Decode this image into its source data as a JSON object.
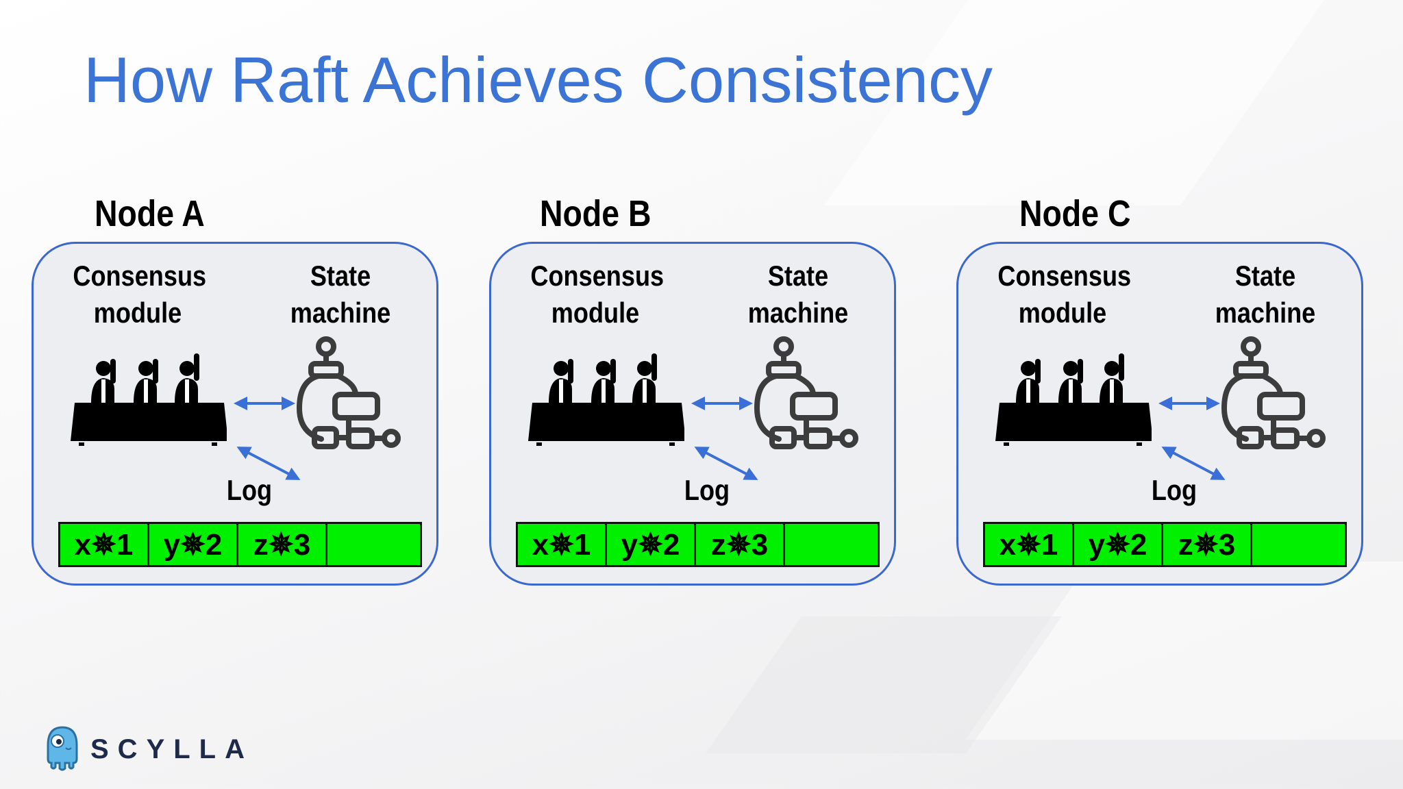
{
  "slide": {
    "title": "How Raft Achieves Consistency"
  },
  "nodes": [
    {
      "name": "Node A",
      "consensus_label": "Consensus\nmodule",
      "state_label": "State\nmachine",
      "log_label": "Log",
      "log_entries": [
        "x✵1",
        "y✵2",
        "z✵3",
        ""
      ]
    },
    {
      "name": "Node B",
      "consensus_label": "Consensus\nmodule",
      "state_label": "State\nmachine",
      "log_label": "Log",
      "log_entries": [
        "x✵1",
        "y✵2",
        "z✵3",
        ""
      ]
    },
    {
      "name": "Node C",
      "consensus_label": "Consensus\nmodule",
      "state_label": "State\nmachine",
      "log_label": "Log",
      "log_entries": [
        "x✵1",
        "y✵2",
        "z✵3",
        ""
      ]
    }
  ],
  "logo": {
    "text": "SCYLLA",
    "icon": "scylla-monster-icon"
  },
  "colors": {
    "title": "#3b74d4",
    "card_border": "#3a67d0",
    "card_fill": "#eceef2",
    "log_fill": "#00f000",
    "arrow": "#3a6fd8"
  },
  "icons": {
    "consensus": "council-voting-icon",
    "state_machine": "robot-flowchart-icon",
    "arrows": "double-headed-arrow-icon"
  }
}
